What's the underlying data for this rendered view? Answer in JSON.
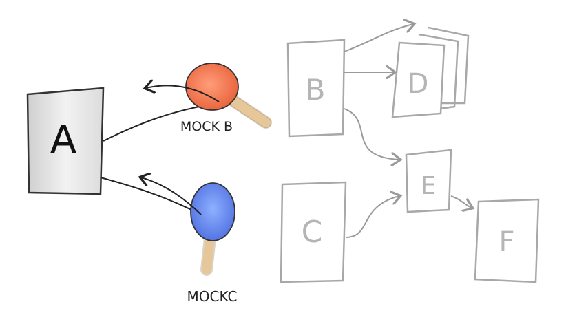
{
  "boxes": {
    "a": "A",
    "b": "B",
    "c": "C",
    "d": "D",
    "e": "E",
    "f": "F"
  },
  "mocks": {
    "mock_b_label": "MOCK B",
    "mock_c_label": "MOCKC"
  },
  "colors": {
    "box_a_fill": "#d9d9d9",
    "box_stroke_dark": "#333333",
    "box_stroke_light": "#a8a8a8",
    "box_text_light": "#b5b5b5",
    "mock_b_color": "#f07a4f",
    "mock_c_color": "#6f8ff0",
    "handle_color": "#e6c79a",
    "line_dark": "#222222",
    "line_light": "#9a9a9a"
  },
  "icons": {
    "mock_b": "ping-pong-paddle-icon",
    "mock_c": "ping-pong-paddle-icon"
  }
}
